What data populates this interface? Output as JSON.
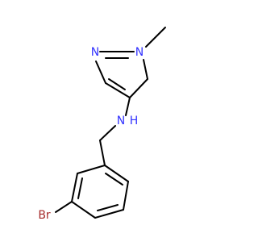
{
  "molecule": {
    "atoms": {
      "n1": {
        "label": "N",
        "color": "#3333ff"
      },
      "n2": {
        "label": "N",
        "color": "#3333ff"
      },
      "nh": {
        "label": "N",
        "h_label": "H",
        "color": "#3333ff"
      },
      "br": {
        "label": "Br",
        "color": "#a52a2a"
      }
    },
    "bond_color": "#000000",
    "background": "#ffffff"
  }
}
